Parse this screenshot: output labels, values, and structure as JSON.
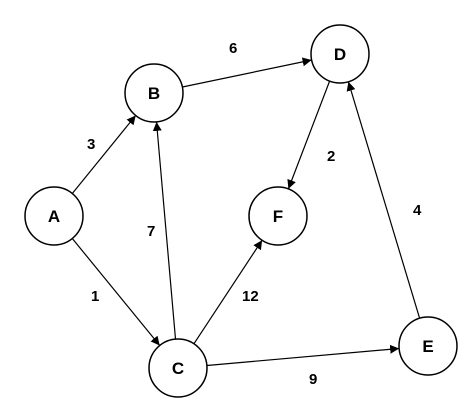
{
  "graph": {
    "nodes": [
      {
        "id": "A",
        "label": "A"
      },
      {
        "id": "B",
        "label": "B"
      },
      {
        "id": "C",
        "label": "C"
      },
      {
        "id": "D",
        "label": "D"
      },
      {
        "id": "E",
        "label": "E"
      },
      {
        "id": "F",
        "label": "F"
      }
    ],
    "edges": [
      {
        "from": "A",
        "to": "B",
        "weight": "3"
      },
      {
        "from": "A",
        "to": "C",
        "weight": "1"
      },
      {
        "from": "C",
        "to": "B",
        "weight": "7"
      },
      {
        "from": "B",
        "to": "D",
        "weight": "6"
      },
      {
        "from": "D",
        "to": "F",
        "weight": "2"
      },
      {
        "from": "C",
        "to": "F",
        "weight": "12"
      },
      {
        "from": "C",
        "to": "E",
        "weight": "9"
      },
      {
        "from": "E",
        "to": "D",
        "weight": "4"
      }
    ]
  },
  "colors": {
    "stroke": "#000000",
    "node_fill": "#ffffff",
    "background": "#ffffff"
  }
}
